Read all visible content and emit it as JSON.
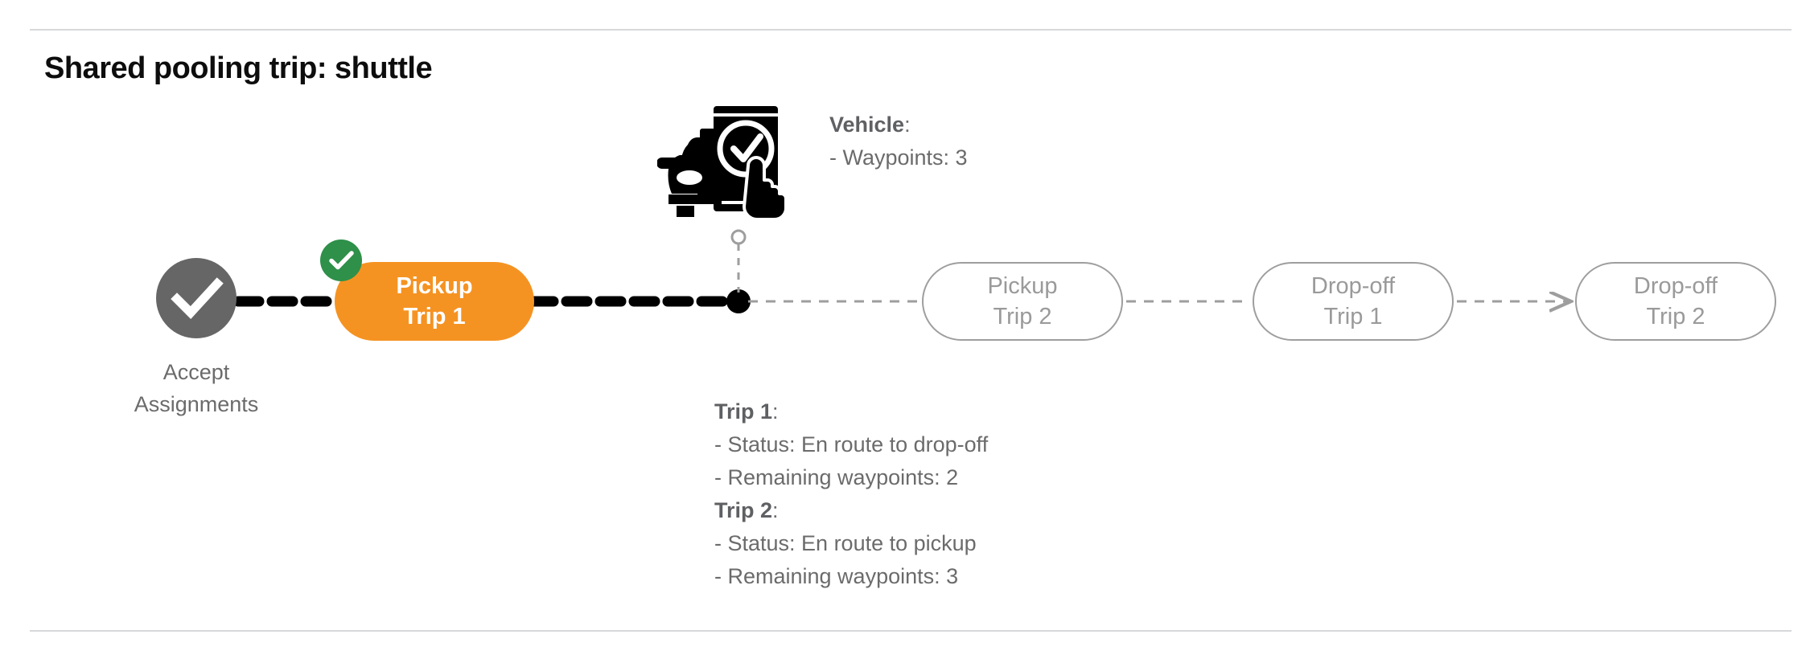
{
  "page": {
    "title": "Shared pooling trip: shuttle",
    "background": "#ffffff"
  },
  "colors": {
    "active_pill": "#f59322",
    "completed_node": "#666666",
    "success_badge": "#2e9049",
    "upcoming_outline": "#9e9e9e",
    "upcoming_text": "#9a9a9a",
    "body_text": "#6b6b6b",
    "divider": "#d7d8da",
    "active_path": "#000000",
    "future_path": "#9e9e9e"
  },
  "flow": {
    "start_node": {
      "icon": "check-circle-icon",
      "label_line_1": "Accept",
      "label_line_2": "Assignments"
    },
    "active_node": {
      "line_1": "Pickup",
      "line_2": "Trip 1",
      "badge_icon": "check-badge-icon",
      "state": "completed"
    },
    "upcoming_nodes": [
      {
        "line_1": "Pickup",
        "line_2": "Trip 2"
      },
      {
        "line_1": "Drop-off",
        "line_2": "Trip 1"
      },
      {
        "line_1": "Drop-off",
        "line_2": "Trip 2"
      }
    ],
    "vehicle_marker": {
      "icon": "vehicle-app-icon",
      "marker_icon": "position-dot-icon"
    }
  },
  "vehicle_info": {
    "heading": "Vehicle",
    "heading_suffix": ":",
    "waypoints_label": "- Waypoints: 3"
  },
  "trip_info": {
    "trips": [
      {
        "heading": "Trip 1",
        "heading_suffix": ":",
        "status": "- Status:  En route to drop-off",
        "remaining": "- Remaining waypoints: 2"
      },
      {
        "heading": "Trip 2",
        "heading_suffix": ":",
        "status": "- Status:  En route to pickup",
        "remaining": "- Remaining waypoints: 3"
      }
    ]
  }
}
